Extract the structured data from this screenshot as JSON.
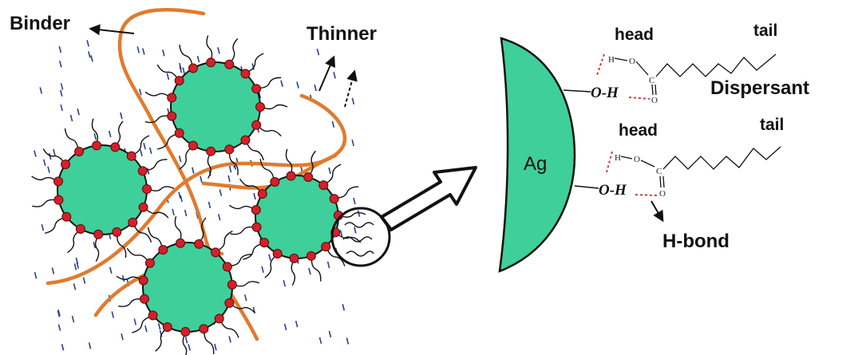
{
  "labels": {
    "binder": "Binder",
    "thinner": "Thinner",
    "particle": "Ag",
    "head_top": "head",
    "tail_top": "tail",
    "dispersant": "Dispersant",
    "head_bottom": "head",
    "tail_bottom": "tail",
    "hbond": "H-bond",
    "oh": "O-H",
    "h": "H",
    "o": "O",
    "c": "C"
  },
  "colors": {
    "particle_fill": "#3fcf9a",
    "particle_stroke": "#111111",
    "head_dot": "#d4202a",
    "binder": "#e07b2e",
    "solvent_dash": "#2a3f8f",
    "hbond_dash": "#d43a3a",
    "arrow": "#111111"
  },
  "icons": {
    "binder_arrow": "arrow-left-icon",
    "thinner_arrows": "arrow-up-right-icon",
    "zoom_arrow": "hollow-arrow-right-icon",
    "hbond_arrow": "arrow-down-right-icon"
  }
}
